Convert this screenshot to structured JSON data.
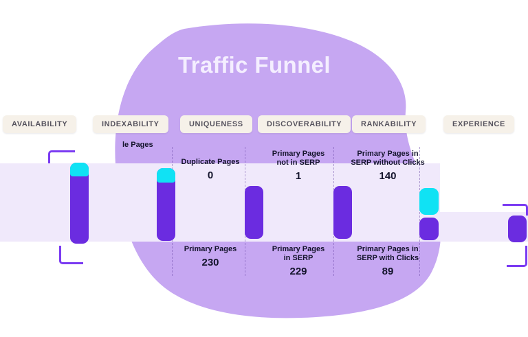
{
  "title": "Traffic Funnel",
  "pills": {
    "availability": "AVAILABILITY",
    "indexability": "INDEXABILITY",
    "uniqueness": "UNIQUENESS",
    "discoverability": "DISCOVERABILITY",
    "rankability": "RANKABILITY",
    "experience": "EXPERIENCE"
  },
  "labels": {
    "indexability_fragment": "le Pages",
    "uniqueness_top": "Duplicate Pages",
    "uniqueness_top_value": "0",
    "discoverability_top_1": "Primary Pages",
    "discoverability_top_2": "not in SERP",
    "discoverability_top_value": "1",
    "rankability_top_1": "Primary Pages in",
    "rankability_top_2": "SERP without Clicks",
    "rankability_top_value": "140",
    "uniqueness_bottom": "Primary Pages",
    "uniqueness_bottom_value": "230",
    "discoverability_bottom_1": "Primary Pages",
    "discoverability_bottom_2": "in SERP",
    "discoverability_bottom_value": "229",
    "rankability_bottom_1": "Primary Pages in",
    "rankability_bottom_2": "SERP with Clicks",
    "rankability_bottom_value": "89"
  },
  "colors": {
    "blob": "#c6a7f2",
    "band": "#f0e9fb",
    "bar_purple": "#6b2ce0",
    "bar_cyan": "#10e2f4",
    "pill_bg": "#f6f1e9",
    "pill_text": "#56535e",
    "label_text": "#14142c",
    "title_text": "#f4eeff",
    "bracket": "#7b3bf2"
  },
  "chart_data": {
    "type": "funnel",
    "title": "Traffic Funnel",
    "stages": [
      "AVAILABILITY",
      "INDEXABILITY",
      "UNIQUENESS",
      "DISCOVERABILITY",
      "RANKABILITY",
      "EXPERIENCE"
    ],
    "metrics": [
      {
        "stage": "INDEXABILITY",
        "label": "le Pages (label partially visible)",
        "value": null,
        "position": "top"
      },
      {
        "stage": "UNIQUENESS",
        "label": "Duplicate Pages",
        "value": 0,
        "position": "top"
      },
      {
        "stage": "UNIQUENESS",
        "label": "Primary Pages",
        "value": 230,
        "position": "bottom"
      },
      {
        "stage": "DISCOVERABILITY",
        "label": "Primary Pages not in SERP",
        "value": 1,
        "position": "top"
      },
      {
        "stage": "DISCOVERABILITY",
        "label": "Primary Pages in SERP",
        "value": 229,
        "position": "bottom"
      },
      {
        "stage": "RANKABILITY",
        "label": "Primary Pages in SERP without Clicks",
        "value": 140,
        "position": "top"
      },
      {
        "stage": "RANKABILITY",
        "label": "Primary Pages in SERP with Clicks",
        "value": 89,
        "position": "bottom"
      }
    ],
    "legend_position": "none",
    "grid": false
  }
}
